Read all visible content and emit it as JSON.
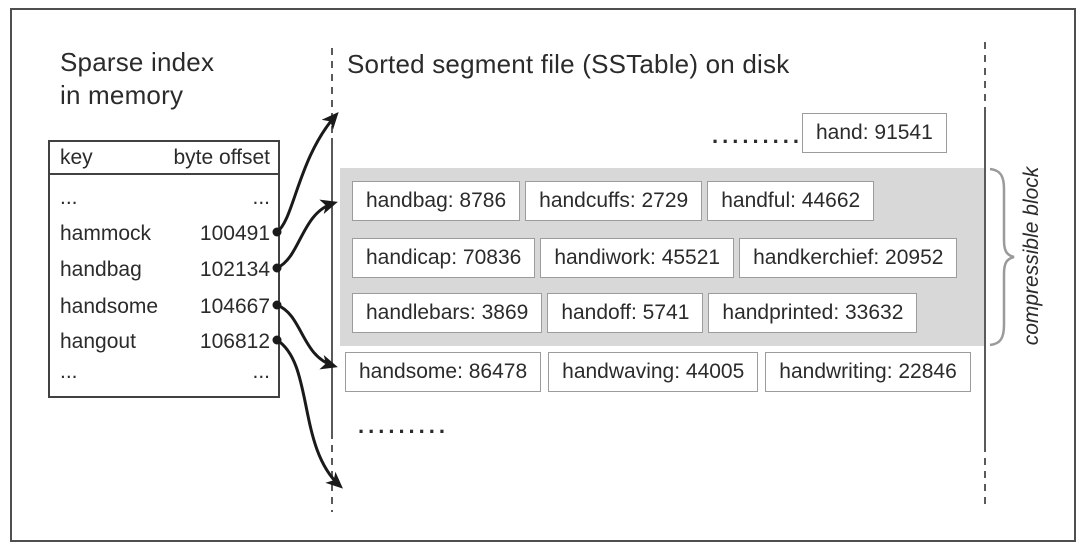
{
  "sparse_index": {
    "title": "Sparse index\nin memory",
    "header": {
      "key": "key",
      "offset": "byte offset"
    },
    "rows": [
      {
        "key": "...",
        "offset": "..."
      },
      {
        "key": "hammock",
        "offset": "100491"
      },
      {
        "key": "handbag",
        "offset": "102134"
      },
      {
        "key": "handsome",
        "offset": "104667"
      },
      {
        "key": "hangout",
        "offset": "106812"
      },
      {
        "key": "...",
        "offset": "..."
      }
    ]
  },
  "sstable": {
    "title": "Sorted segment file (SSTable) on disk",
    "ellipsis_top": ".........",
    "ellipsis_bottom": ".........",
    "top_entry": "hand: 91541",
    "block_rows": [
      [
        "handbag: 8786",
        "handcuffs: 2729",
        "handful: 44662"
      ],
      [
        "handicap: 70836",
        "handiwork: 45521",
        "handkerchief: 20952"
      ],
      [
        "handlebars: 3869",
        "handoff: 5741",
        "handprinted: 33632"
      ]
    ],
    "after_block_row": [
      "handsome: 86478",
      "handwaving: 44005",
      "handwriting: 22846"
    ]
  },
  "annotations": {
    "compressible_block": "compressible block"
  },
  "colors": {
    "text": "#2b2b2b",
    "frame_border": "#4f4f4f",
    "table_border": "#414141",
    "box_border": "#9c9c9c",
    "block_bg": "#d8d8d8",
    "brace": "#9a9a9a",
    "arrow": "#1a1a1a"
  }
}
